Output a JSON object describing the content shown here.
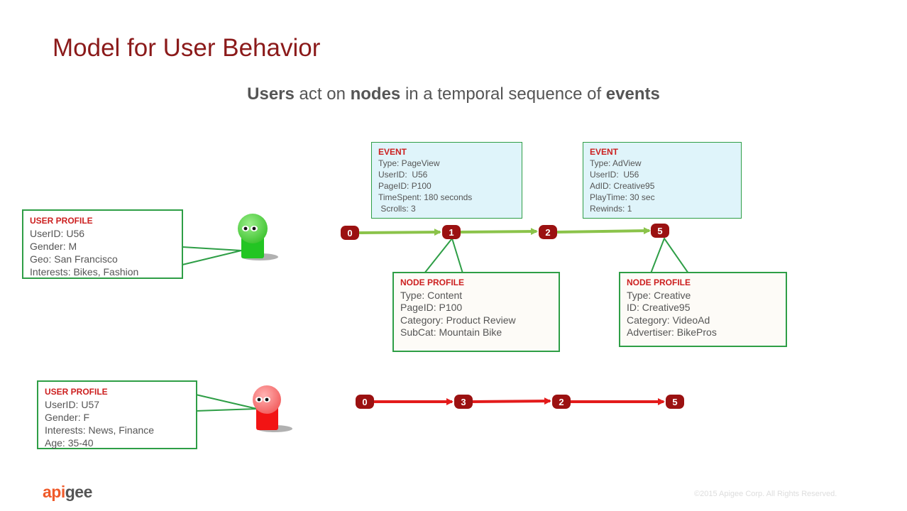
{
  "title": "Model for User Behavior",
  "subtitle": {
    "w1": "Users",
    "t1": " act on ",
    "w2": "nodes",
    "t2": " in a temporal sequence of ",
    "w3": "events"
  },
  "colors": {
    "title": "#8b1a1a",
    "accent_red": "#cc1f1f",
    "green_border": "#2e9e46",
    "event_bg": "#dff4fa",
    "path_green": "#8bc34a",
    "path_red": "#e31b1b",
    "node_fill": "#9b1111"
  },
  "user_profiles": [
    {
      "heading": "USER PROFILE",
      "lines": [
        "UserID: U56",
        "Gender: M",
        "Geo: San Francisco",
        "Interests: Bikes, Fashion"
      ],
      "avatar_color": "green"
    },
    {
      "heading": "USER PROFILE",
      "lines": [
        "UserID: U57",
        "Gender: F",
        "Interests: News, Finance",
        "Age: 35-40"
      ],
      "avatar_color": "red"
    }
  ],
  "events": [
    {
      "heading": "EVENT",
      "lines": [
        "Type: PageView",
        "UserID:  U56",
        "PageID: P100",
        "TimeSpent: 180 seconds",
        " Scrolls: 3"
      ]
    },
    {
      "heading": "EVENT",
      "lines": [
        "Type: AdView",
        "UserID:  U56",
        "AdID: Creative95",
        "PlayTime: 30 sec",
        "Rewinds: 1"
      ]
    }
  ],
  "node_profiles": [
    {
      "heading": "NODE PROFILE",
      "lines": [
        "Type: Content",
        "PageID: P100",
        "Category: Product Review",
        "SubCat: Mountain Bike"
      ]
    },
    {
      "heading": "NODE PROFILE",
      "lines": [
        "Type: Creative",
        "ID: Creative95",
        "Category: VideoAd",
        "Advertiser: BikePros"
      ]
    }
  ],
  "sequences": [
    {
      "user": "U56",
      "nodes": [
        "0",
        "1",
        "2",
        "5"
      ]
    },
    {
      "user": "U57",
      "nodes": [
        "0",
        "3",
        "2",
        "5"
      ]
    }
  ],
  "logo": {
    "part1": "api",
    "part2": "gee"
  },
  "copyright": "©2015 Apigee Corp. All Rights Reserved."
}
